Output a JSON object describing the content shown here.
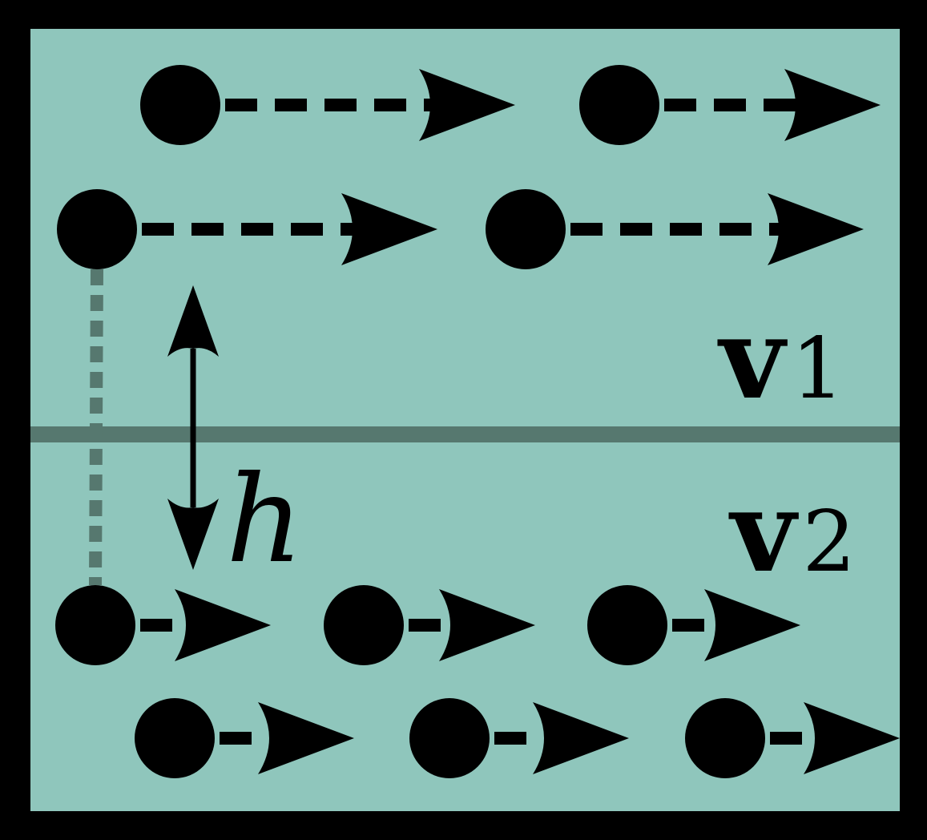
{
  "colors": {
    "fluid": "#8fc6bc",
    "border": "#000000",
    "interface": "#56786f",
    "particle": "#000000"
  },
  "labels": {
    "v1_symbol": "v",
    "v1_sub": "1",
    "v2_symbol": "v",
    "v2_sub": "2",
    "h": "h"
  },
  "layers": [
    {
      "name": "upper-fluid",
      "velocity_label": "v1",
      "arrow_length": "long"
    },
    {
      "name": "lower-fluid",
      "velocity_label": "v2",
      "arrow_length": "short"
    }
  ]
}
